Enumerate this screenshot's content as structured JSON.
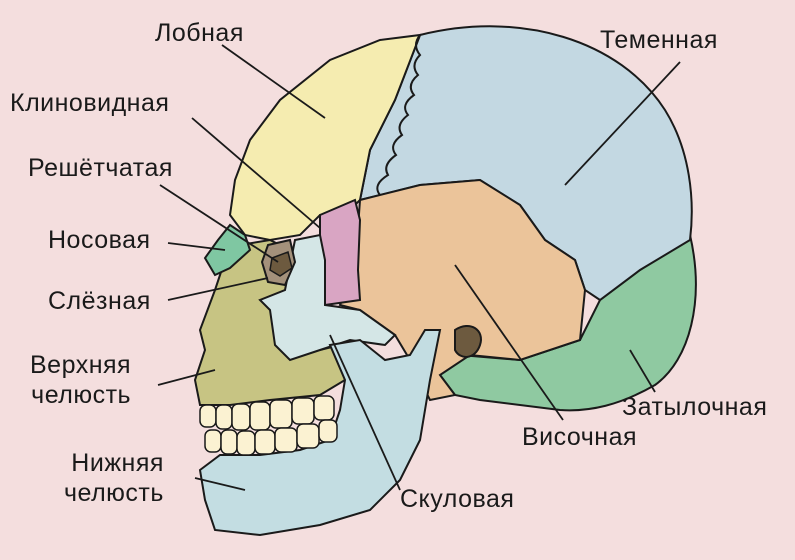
{
  "labels": {
    "frontal": "Лобная",
    "sphenoid": "Клиновидная",
    "ethmoid": "Решётчатая",
    "nasal": "Носовая",
    "lacrimal": "Слёзная",
    "maxilla_line1": "Верхняя",
    "maxilla_line2": "челюсть",
    "mandible_line1": "Нижняя",
    "mandible_line2": "челюсть",
    "zygomatic": "Скуловая",
    "temporal": "Височная",
    "occipital": "Затылочная",
    "parietal": "Теменная"
  },
  "colors": {
    "background": "#f4dede",
    "frontal": "#f5ecb0",
    "parietal": "#c3d8e2",
    "temporal": "#ebc49a",
    "occipital": "#8fc9a1",
    "sphenoid": "#d9a5c3",
    "zygomatic": "#d4e6e6",
    "maxilla": "#c7c483",
    "mandible": "#c3dde2",
    "nasal": "#7fc7a2",
    "lacrimal": "#a4917b",
    "ethmoid": "#6d5a3f",
    "teeth": "#fbf2d2",
    "outline": "#1a1a1a"
  }
}
